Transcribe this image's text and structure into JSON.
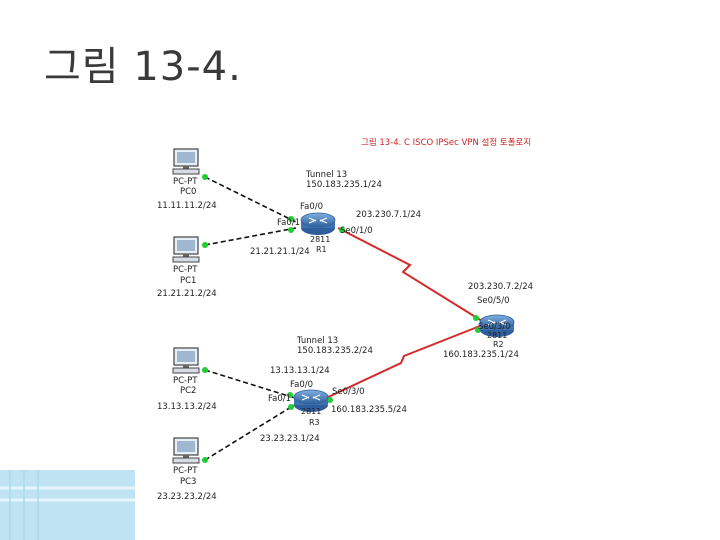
{
  "slide": {
    "title": "그림 13-4."
  },
  "diagram": {
    "caption": "그림 13-4. C ISCO IPSec VPN 설정 토폴로지",
    "routers": {
      "r1": {
        "model": "2811",
        "name": "R1"
      },
      "r2": {
        "model": "2811",
        "name": "R2"
      },
      "r3": {
        "model": "2811",
        "name": "R3"
      }
    },
    "pcs": {
      "pc0": {
        "type": "PC-PT",
        "name": "PC0",
        "ip": "11.11.11.2/24"
      },
      "pc1": {
        "type": "PC-PT",
        "name": "PC1",
        "ip": "21.21.21.2/24"
      },
      "pc2": {
        "type": "PC-PT",
        "name": "PC2",
        "ip": "13.13.13.2/24"
      },
      "pc3": {
        "type": "PC-PT",
        "name": "PC3",
        "ip": "23.23.23.2/24"
      }
    },
    "tunnels": {
      "t1": {
        "name": "Tunnel 13",
        "ip": "150.183.235.1/24"
      },
      "t2": {
        "name": "Tunnel 13",
        "ip": "150.183.235.2/24"
      }
    },
    "interfaces": {
      "r1_fa00": "Fa0/0",
      "r1_fa01": "Fa0/1",
      "r1_se": "Se0/1/0",
      "r1_se_ip": "203.230.7.1/24",
      "r1_fa01_ip": "21.21.21.1/24",
      "r2_se05": "Se0/5/0",
      "r2_se05_ip": "203.230.7.2/24",
      "r2_se03": "Se0/3/0",
      "r2_se03_ip": "160.183.235.1/24",
      "r3_fa00": "Fa0/0",
      "r3_fa00_ip": "13.13.13.1/24",
      "r3_fa01": "Fa0/1",
      "r3_se": "Se0/3/0",
      "r3_se_ip": "160.183.235.5/24",
      "r3_fa01_ip": "23.23.23.1/24"
    },
    "colors": {
      "serial_link": "#d42a2a",
      "ethernet_link": "#111111",
      "port_up": "#22cc33",
      "router_body": "#4b86c4",
      "corner_accent": "#9fd3ea"
    }
  }
}
